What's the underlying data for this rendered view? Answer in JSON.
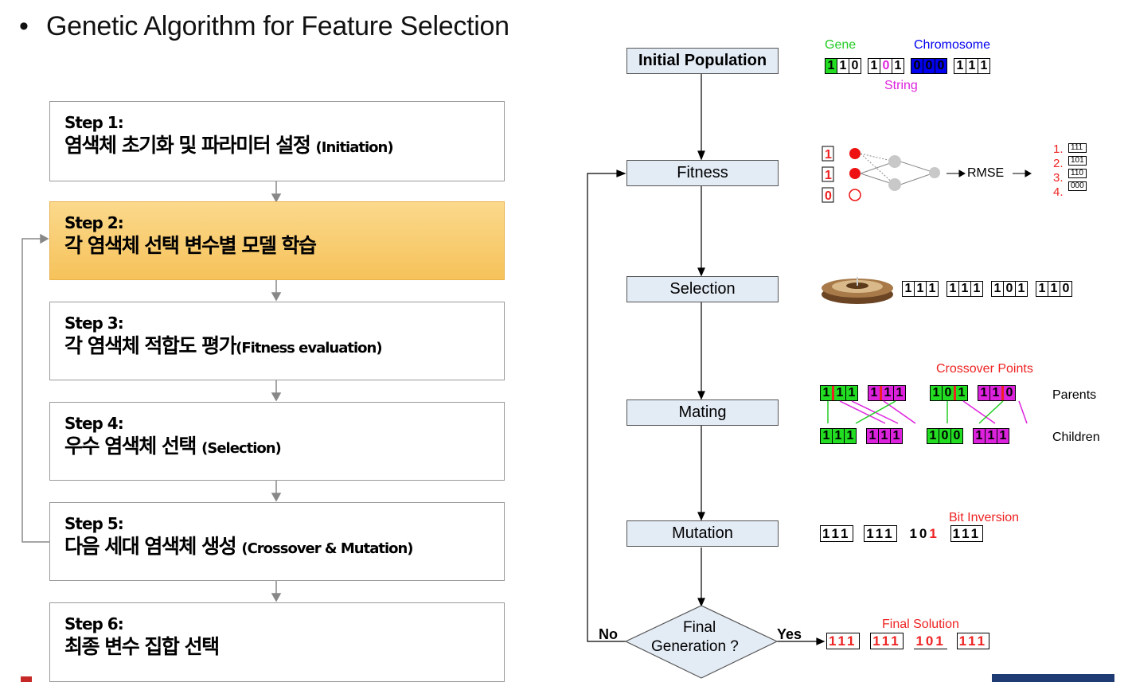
{
  "title": "Genetic Algorithm for Feature Selection",
  "bullet": "•",
  "steps": [
    {
      "label": "Step 1:",
      "text": "염색체 초기화 및 파라미터 설정",
      "en": "(Initiation)"
    },
    {
      "label": "Step 2:",
      "text": "각 염색체 선택 변수별 모델 학습",
      "en": ""
    },
    {
      "label": "Step 3:",
      "text": "각 염색체 적합도 평가",
      "en": "(Fitness evaluation)"
    },
    {
      "label": "Step 4:",
      "text": "우수 염색체 선택",
      "en": "(Selection)"
    },
    {
      "label": "Step 5:",
      "text": "다음 세대 염색체 생성",
      "en": "(Crossover & Mutation)"
    },
    {
      "label": "Step 6:",
      "text": "최종 변수 집합 선택",
      "en": ""
    }
  ],
  "flow": {
    "initial": "Initial Population",
    "fitness": "Fitness",
    "selection": "Selection",
    "mating": "Mating",
    "mutation": "Mutation",
    "decision_line1": "Final",
    "decision_line2": "Generation ?",
    "no": "No",
    "yes": "Yes"
  },
  "annotations": {
    "gene": "Gene",
    "chromosome": "Chromosome",
    "string": "String",
    "rmse": "RMSE",
    "ranks": [
      "1.",
      "2.",
      "3.",
      "4."
    ],
    "rank_bits": [
      "111",
      "101",
      "110",
      "000"
    ],
    "crossover_points": "Crossover Points",
    "parents": "Parents",
    "children": "Children",
    "bit_inversion": "Bit Inversion",
    "final_solution": "Final Solution"
  },
  "bit_rows": {
    "selection": [
      "111",
      "111",
      "101",
      "110"
    ],
    "mutation": [
      "111",
      "111",
      "101",
      "111"
    ],
    "final": [
      "111",
      "111",
      "101",
      "111"
    ]
  },
  "colors": {
    "active_step": "#f6c25a",
    "flow_box": "#e3ebf5",
    "gene_green": "#22dd22",
    "chromosome_blue": "#0000ee",
    "string_magenta": "#dd22dd",
    "accent_red": "#ee2222"
  }
}
